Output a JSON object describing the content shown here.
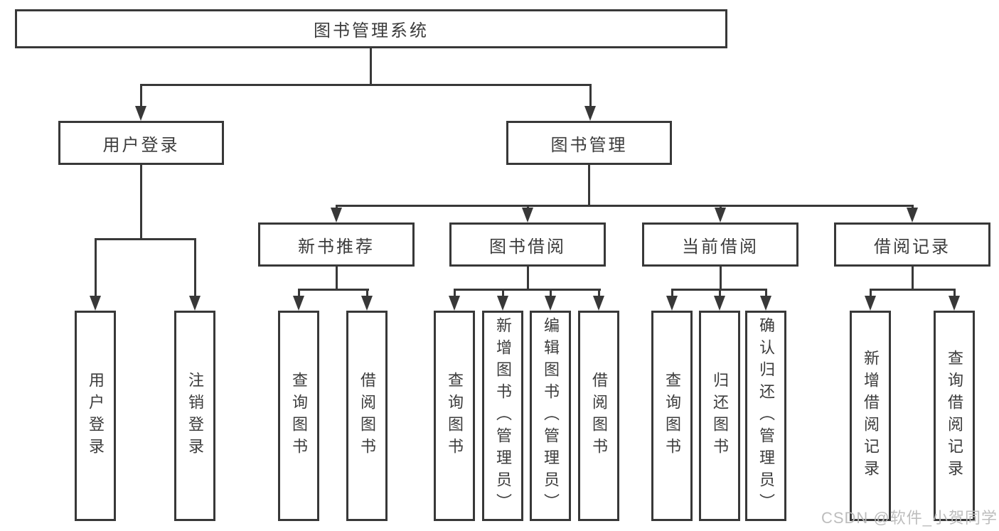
{
  "colors": {
    "line": "#383838",
    "text": "#3c3c3c",
    "watermark": "#b9b9b9",
    "background": "#ffffff"
  },
  "watermark": {
    "text": "CSDN @软件_小贺同学"
  },
  "tree": {
    "label": "图书管理系统",
    "children": [
      {
        "label": "用户登录",
        "children": [
          {
            "label": "用户登录"
          },
          {
            "label": "注销登录"
          }
        ]
      },
      {
        "label": "图书管理",
        "children": [
          {
            "label": "新书推荐",
            "children": [
              {
                "label": "查询图书"
              },
              {
                "label": "借阅图书"
              }
            ]
          },
          {
            "label": "图书借阅",
            "children": [
              {
                "label": "查询图书"
              },
              {
                "label": "新增图书（管理员）"
              },
              {
                "label": "编辑图书（管理员）"
              },
              {
                "label": "借阅图书"
              }
            ]
          },
          {
            "label": "当前借阅",
            "children": [
              {
                "label": "查询图书"
              },
              {
                "label": "归还图书"
              },
              {
                "label": "确认归还（管理员）"
              }
            ]
          },
          {
            "label": "借阅记录",
            "children": [
              {
                "label": "新增借阅记录"
              },
              {
                "label": "查询借阅记录"
              }
            ]
          }
        ]
      }
    ]
  }
}
